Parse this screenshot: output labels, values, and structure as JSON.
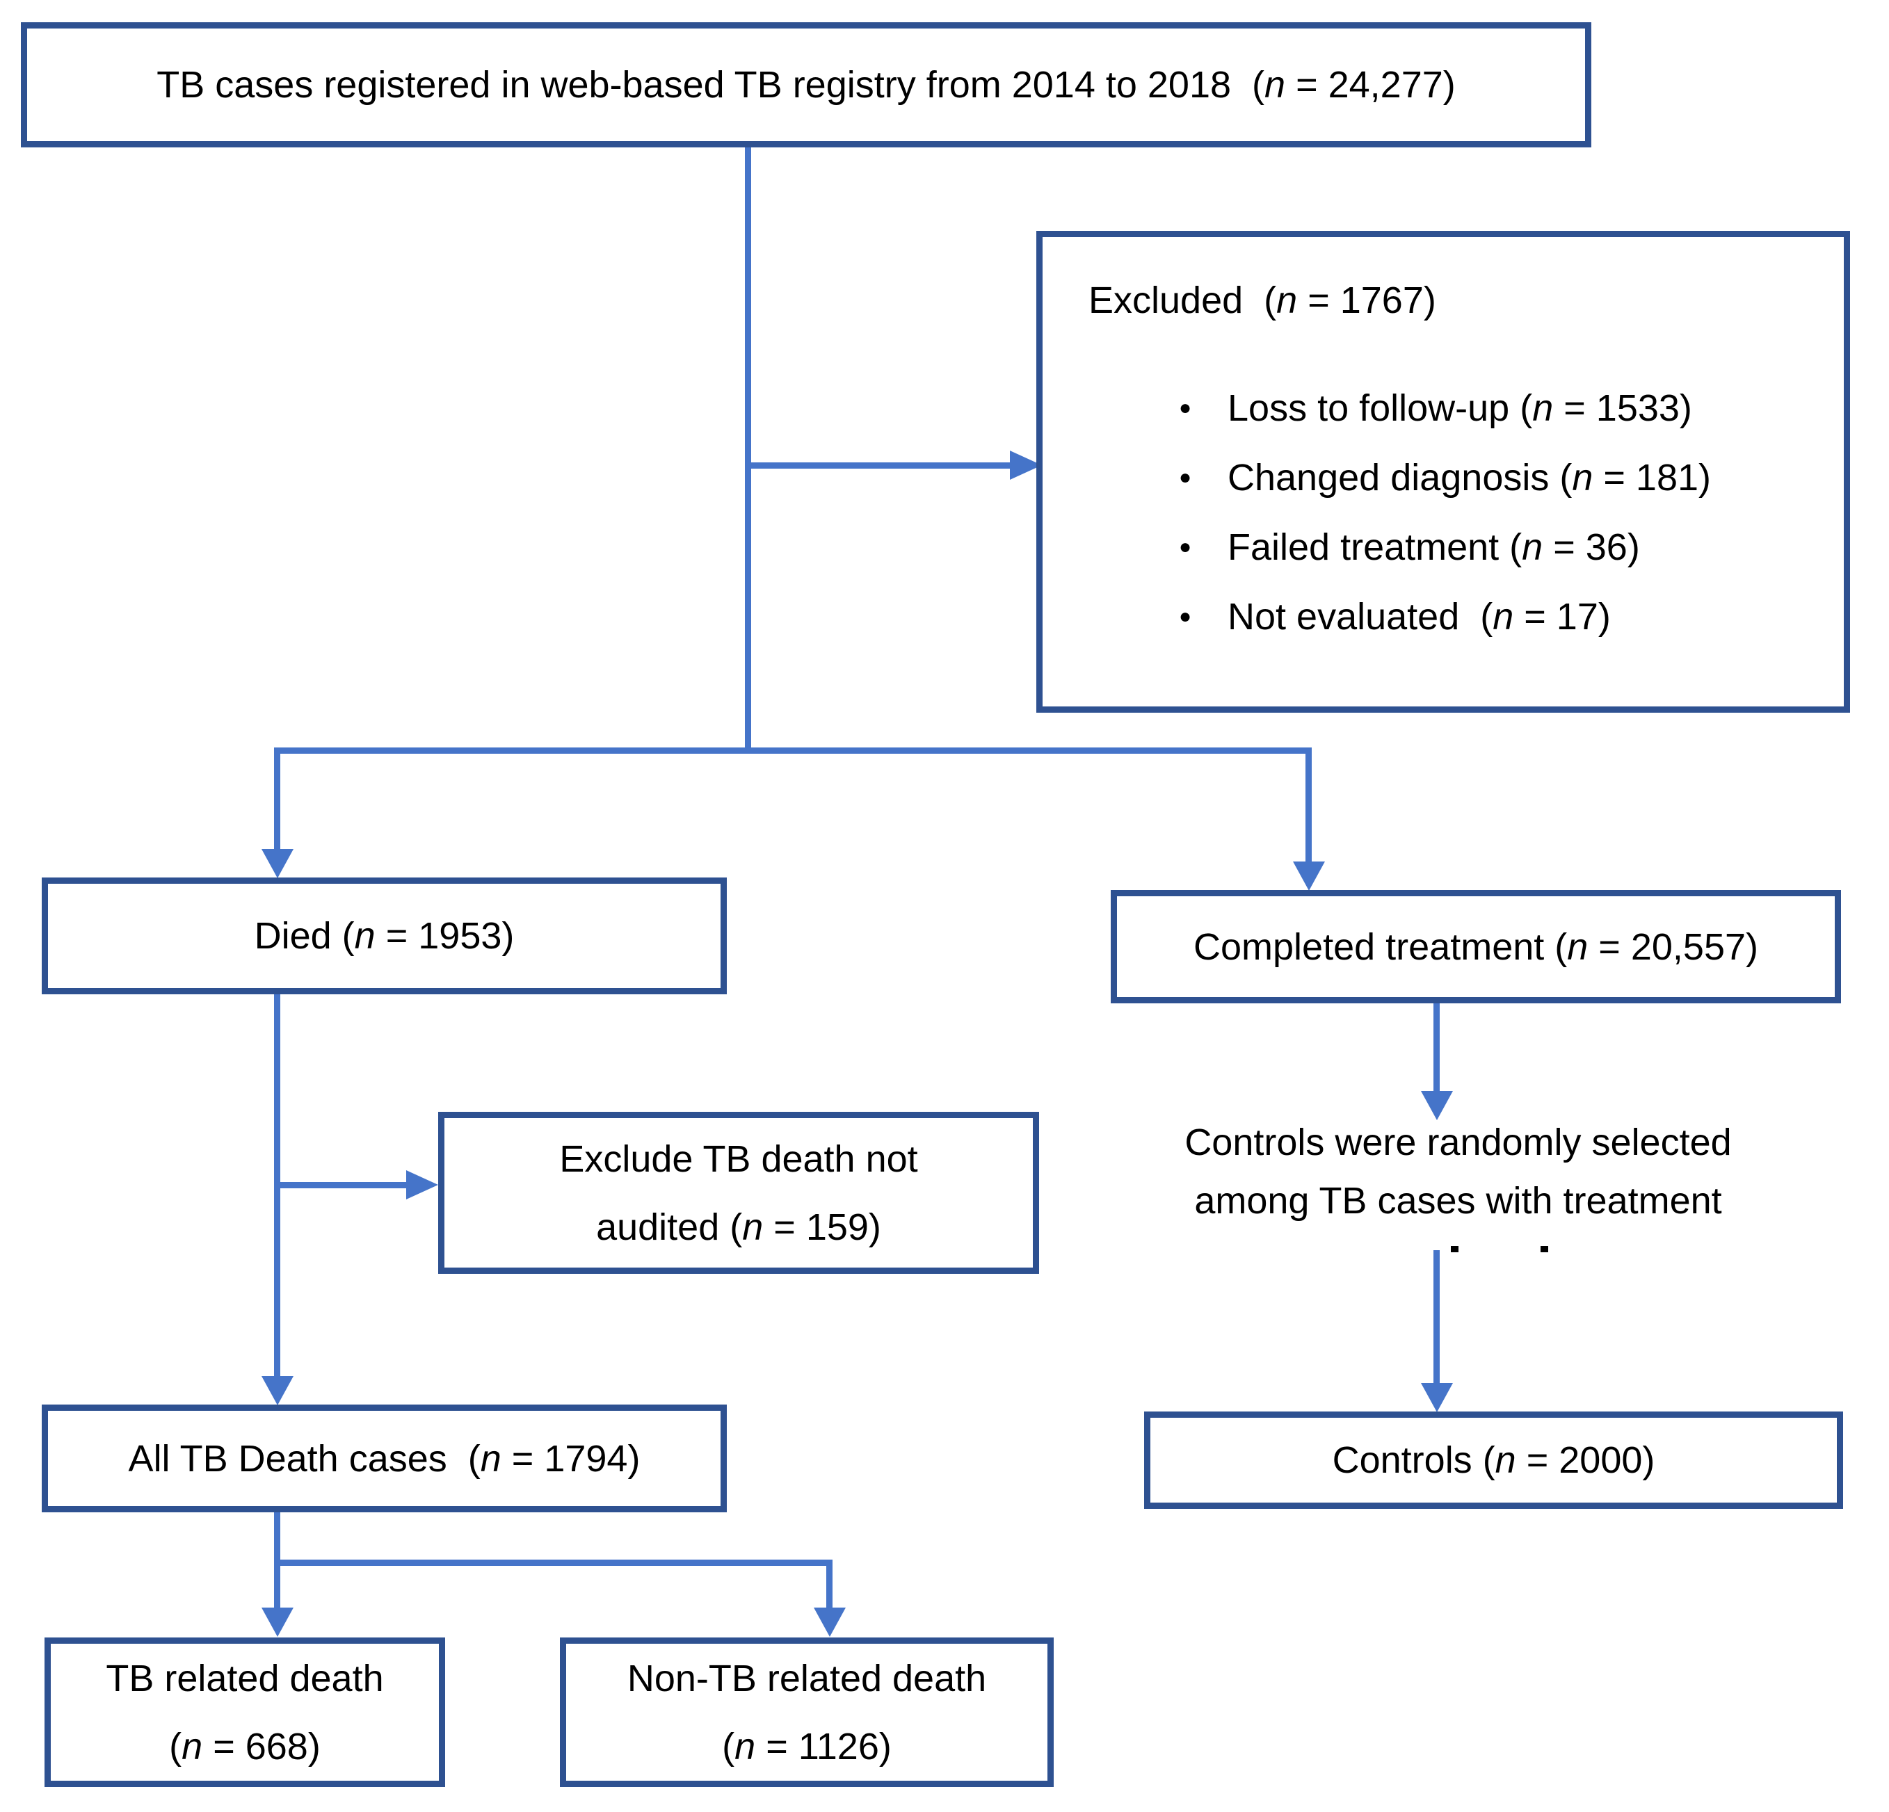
{
  "colors": {
    "box_border": "#2e5191",
    "connector": "#4574c9",
    "text": "#000000",
    "background": "#ffffff"
  },
  "boxes": {
    "registry": {
      "parts": [
        "TB cases registered in web-based TB registry from 2014 to 2018  (",
        "n",
        " = 24,277)"
      ]
    },
    "excluded": {
      "title_parts": [
        "Excluded  (",
        "n",
        " = 1767)"
      ],
      "bullet": "●",
      "items": [
        {
          "parts": [
            "Loss to follow-up (",
            "n",
            " = 1533)"
          ]
        },
        {
          "parts": [
            "Changed diagnosis (",
            "n",
            " = 181)"
          ]
        },
        {
          "parts": [
            "Failed treatment (",
            "n",
            " = 36)"
          ]
        },
        {
          "parts": [
            "Not evaluated  (",
            "n",
            " = 17)"
          ]
        }
      ]
    },
    "died": {
      "parts": [
        "Died (",
        "n",
        " = 1953)"
      ]
    },
    "completed": {
      "parts": [
        "Completed treatment (",
        "n",
        " = 20,557)"
      ]
    },
    "exclude_audit": {
      "line1": "Exclude TB death not",
      "line2_parts": [
        "audited (",
        "n",
        " = 159)"
      ]
    },
    "controls_note": {
      "line1": "Controls were randomly selected",
      "line2": "among TB cases with treatment"
    },
    "all_tb_death": {
      "parts": [
        "All TB Death cases  (",
        "n",
        " = 1794)"
      ]
    },
    "controls": {
      "parts": [
        "Controls (",
        "n",
        " = 2000)"
      ]
    },
    "tb_related": {
      "line1": "TB related death",
      "line2_parts": [
        "(",
        "n",
        " = 668)"
      ]
    },
    "non_tb_related": {
      "line1": "Non-TB related death",
      "line2_parts": [
        "(",
        "n",
        " = 1126)"
      ]
    }
  }
}
